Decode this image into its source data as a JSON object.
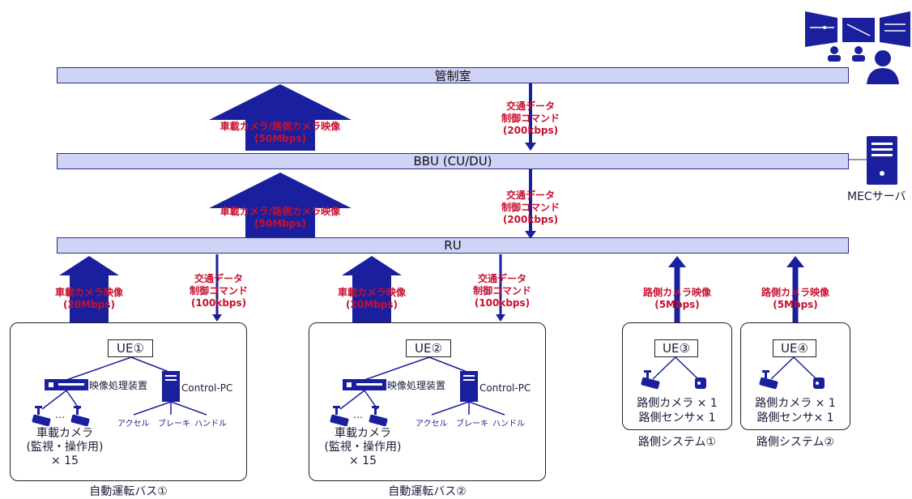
{
  "bars": {
    "kanseishitsu": "管制室",
    "bbu": "BBU (CU/DU)",
    "ru": "RU"
  },
  "uplink_upper": {
    "line1": "車載カメラ/路側カメラ映像",
    "line2": "(50Mbps)"
  },
  "downlink_upper": {
    "line1": "交通データ",
    "line2": "制御コマンド",
    "line3": "(200kbps)"
  },
  "bus_uplink": {
    "line1": "車載カメラ映像",
    "line2": "(20Mbps)"
  },
  "bus_downlink": {
    "line1": "交通データ",
    "line2": "制御コマンド",
    "line3": "(100kbps)"
  },
  "road_uplink": {
    "line1": "路側カメラ映像",
    "line2": "(5Mbps)"
  },
  "mec_label": "MECサーバ",
  "bus1": {
    "ue": "UE①",
    "processor": "映像処理装置",
    "pc": "Control-PC",
    "accel": "アクセル",
    "brake": "ブレーキ",
    "handle": "ハンドル",
    "camera_line1": "車載カメラ",
    "camera_line2": "(監視・操作用)",
    "camera_line3": "× 15",
    "ellipsis": "…",
    "caption": "自動運転バス①"
  },
  "bus2": {
    "ue": "UE②",
    "processor": "映像処理装置",
    "pc": "Control-PC",
    "accel": "アクセル",
    "brake": "ブレーキ",
    "handle": "ハンドル",
    "camera_line1": "車載カメラ",
    "camera_line2": "(監視・操作用)",
    "camera_line3": "× 15",
    "ellipsis": "…",
    "caption": "自動運転バス②"
  },
  "road1": {
    "ue": "UE③",
    "line1": "路側カメラ × 1",
    "line2": "路側センサ× 1",
    "caption": "路側システム①"
  },
  "road2": {
    "ue": "UE④",
    "line1": "路側カメラ × 1",
    "line2": "路側センサ× 1",
    "caption": "路側システム②"
  },
  "colors": {
    "arrow": "#1a1f9e",
    "bar_fill": "#cfd3f5",
    "label_red": "#c8102e"
  }
}
